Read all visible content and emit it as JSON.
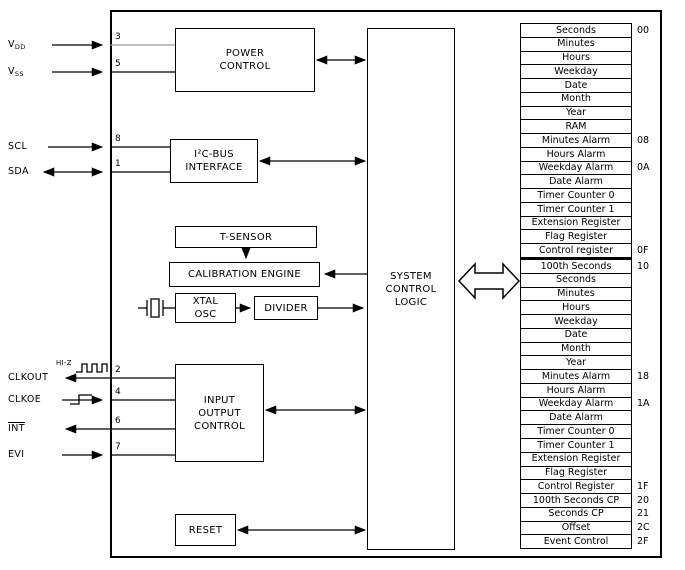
{
  "colors": {
    "ink": "#000000",
    "background": "#ffffff",
    "gray_wire": "#9a9a9a"
  },
  "pins": [
    {
      "base": "V",
      "sub": "DD",
      "number": "3"
    },
    {
      "base": "V",
      "sub": "SS",
      "number": "5"
    },
    {
      "label": "SCL",
      "number": "8"
    },
    {
      "label": "SDA",
      "number": "1"
    },
    {
      "label": "CLKOUT",
      "number": "2"
    },
    {
      "label": "CLKOE",
      "number": "4"
    },
    {
      "label": "INT",
      "number": "6"
    },
    {
      "label": "EVI",
      "number": "7"
    }
  ],
  "blocks": {
    "power_control": "POWER\nCONTROL",
    "i2c_interface": "I²C-BUS\nINTERFACE",
    "t_sensor": "T-SENSOR",
    "calibration_engine": "CALIBRATION ENGINE",
    "xtal_osc": "XTAL\nOSC",
    "divider": "DIVIDER",
    "io_control": "INPUT\nOUTPUT\nCONTROL",
    "reset": "RESET",
    "system_control": "SYSTEM\nCONTROL\nLOGIC"
  },
  "annotations": {
    "hiz": "HI-Z"
  },
  "registers": [
    {
      "label": "Seconds",
      "addr": "00"
    },
    {
      "label": "Minutes"
    },
    {
      "label": "Hours"
    },
    {
      "label": "Weekday"
    },
    {
      "label": "Date"
    },
    {
      "label": "Month"
    },
    {
      "label": "Year"
    },
    {
      "label": "RAM"
    },
    {
      "label": "Minutes Alarm",
      "addr": "08"
    },
    {
      "label": "Hours Alarm"
    },
    {
      "label": "Weekday Alarm",
      "addr": "0A"
    },
    {
      "label": "Date Alarm"
    },
    {
      "label": "Timer Counter 0"
    },
    {
      "label": "Timer Counter 1"
    },
    {
      "label": "Extension Register"
    },
    {
      "label": "Flag Register"
    },
    {
      "label": "Control register",
      "addr": "0F",
      "thick": true
    },
    {
      "label": "100th Seconds",
      "addr": "10"
    },
    {
      "label": "Seconds"
    },
    {
      "label": "Minutes"
    },
    {
      "label": "Hours"
    },
    {
      "label": "Weekday"
    },
    {
      "label": "Date"
    },
    {
      "label": "Month"
    },
    {
      "label": "Year"
    },
    {
      "label": "Minutes Alarm",
      "addr": "18"
    },
    {
      "label": "Hours Alarm"
    },
    {
      "label": "Weekday Alarm",
      "addr": "1A"
    },
    {
      "label": "Date Alarm"
    },
    {
      "label": "Timer Counter 0"
    },
    {
      "label": "Timer Counter 1"
    },
    {
      "label": "Extension Register"
    },
    {
      "label": "Flag Register"
    },
    {
      "label": "Control Register",
      "addr": "1F"
    },
    {
      "label": "100th Seconds CP",
      "addr": "20"
    },
    {
      "label": "Seconds CP",
      "addr": "21"
    },
    {
      "label": "Offset",
      "addr": "2C"
    },
    {
      "label": "Event Control",
      "addr": "2F"
    }
  ]
}
